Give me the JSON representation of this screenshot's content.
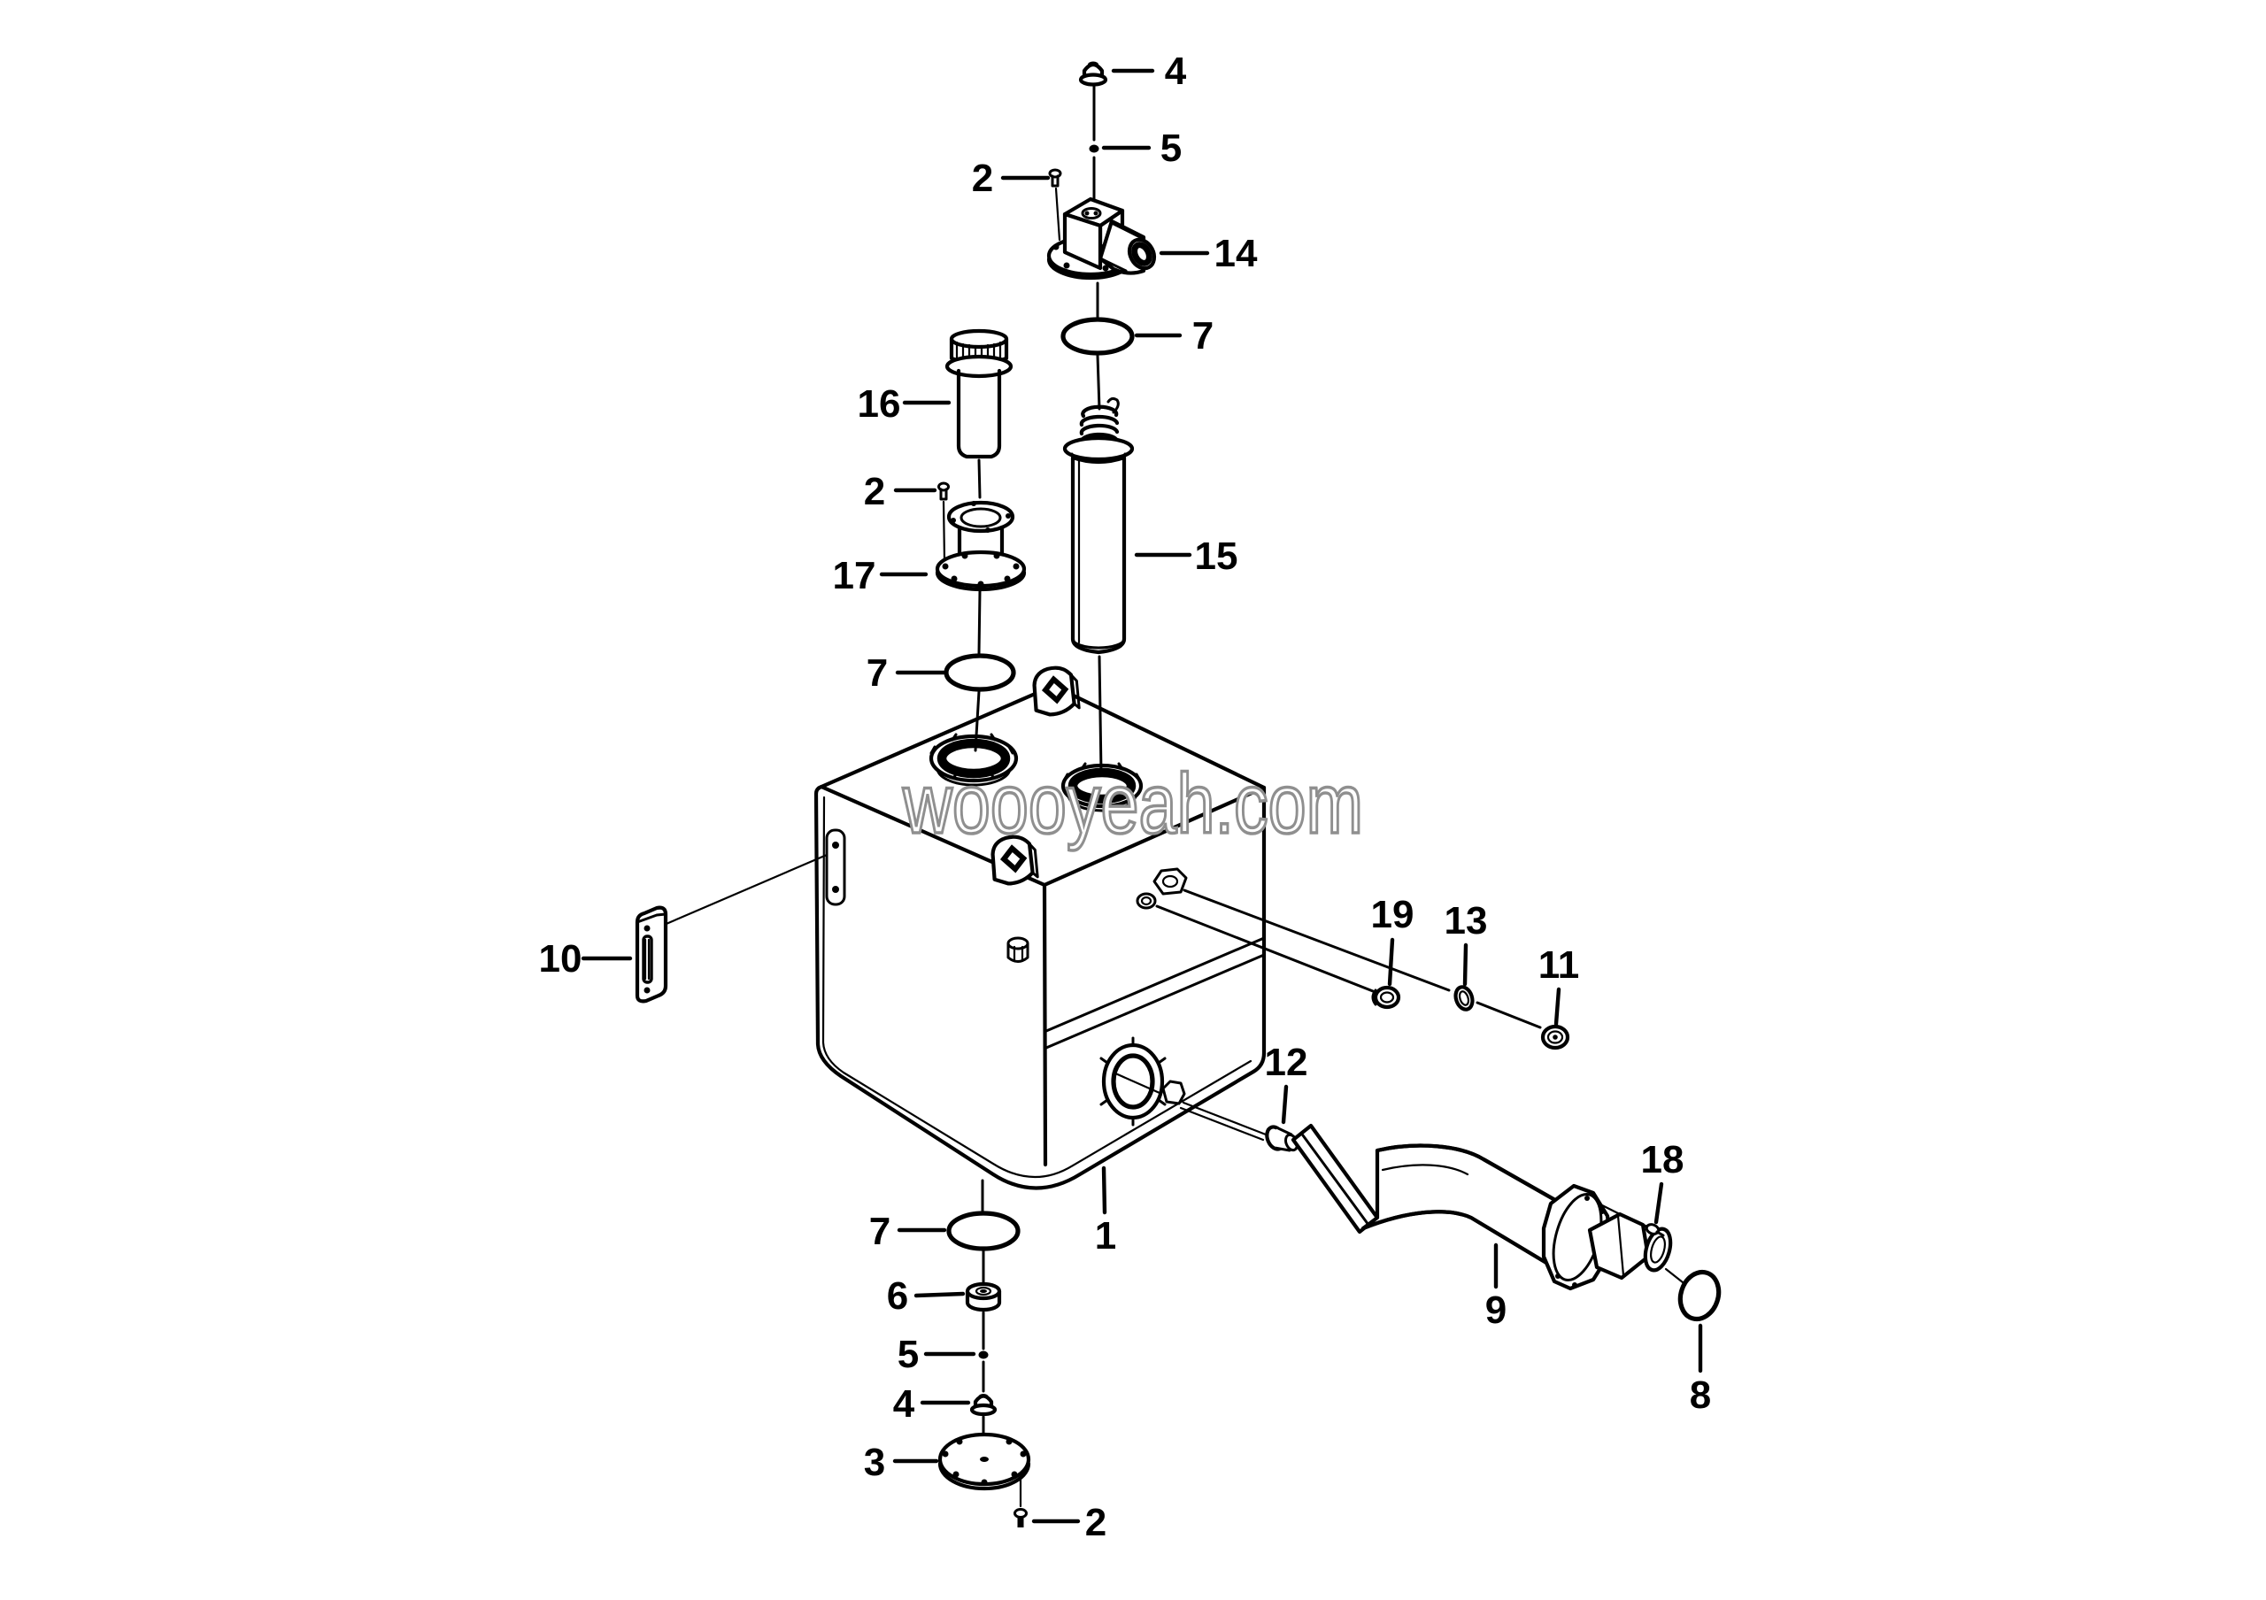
{
  "diagram": {
    "watermark": "woooyeah.com",
    "colors": {
      "background": "#ffffff",
      "line": "#000000",
      "watermark_stroke": "#8f8f8f",
      "watermark_fill": "#ffffff",
      "label": "#000000"
    },
    "callouts": [
      {
        "id": "callout-4-top",
        "label": "4"
      },
      {
        "id": "callout-5-top",
        "label": "5"
      },
      {
        "id": "callout-2-top",
        "label": "2"
      },
      {
        "id": "callout-14",
        "label": "14"
      },
      {
        "id": "callout-7-top",
        "label": "7"
      },
      {
        "id": "callout-16",
        "label": "16"
      },
      {
        "id": "callout-2-mid",
        "label": "2"
      },
      {
        "id": "callout-17",
        "label": "17"
      },
      {
        "id": "callout-15",
        "label": "15"
      },
      {
        "id": "callout-7-mid",
        "label": "7"
      },
      {
        "id": "callout-10",
        "label": "10"
      },
      {
        "id": "callout-19",
        "label": "19"
      },
      {
        "id": "callout-13",
        "label": "13"
      },
      {
        "id": "callout-11",
        "label": "11"
      },
      {
        "id": "callout-12",
        "label": "12"
      },
      {
        "id": "callout-1",
        "label": "1"
      },
      {
        "id": "callout-9",
        "label": "9"
      },
      {
        "id": "callout-18",
        "label": "18"
      },
      {
        "id": "callout-8",
        "label": "8"
      },
      {
        "id": "callout-7-bottom",
        "label": "7"
      },
      {
        "id": "callout-6",
        "label": "6"
      },
      {
        "id": "callout-5-bottom",
        "label": "5"
      },
      {
        "id": "callout-4-bottom",
        "label": "4"
      },
      {
        "id": "callout-3",
        "label": "3"
      },
      {
        "id": "callout-2-bottom",
        "label": "2"
      }
    ]
  }
}
